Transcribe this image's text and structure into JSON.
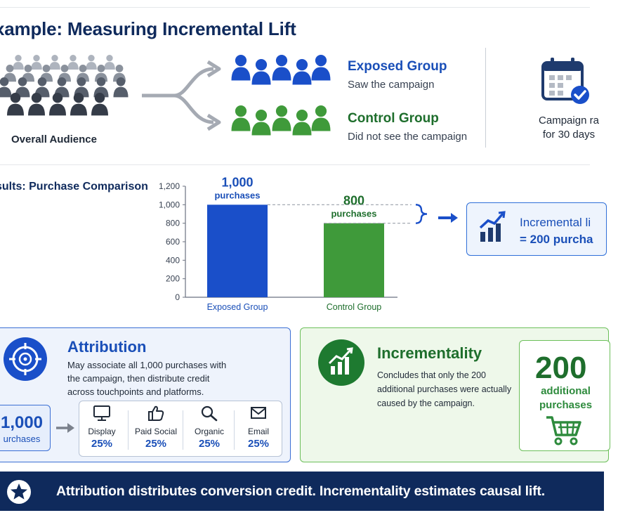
{
  "title": "xample: Measuring Incremental Lift",
  "audience": {
    "label": "Overall Audience"
  },
  "exposed": {
    "title": "Exposed Group",
    "subtitle": "Saw the campaign"
  },
  "control": {
    "title": "Control Group",
    "subtitle": "Did not see the campaign"
  },
  "campaign": {
    "line1": "Campaign ra",
    "line2": "for 30 days"
  },
  "results": {
    "title": "sults: Purchase Comparison"
  },
  "chart_data": {
    "type": "bar",
    "categories": [
      "Exposed Group",
      "Control Group"
    ],
    "values": [
      1000,
      800
    ],
    "colors": [
      "#1a4fc9",
      "#3f9a3a"
    ],
    "data_labels": [
      {
        "num": "1,000",
        "unit": "purchases"
      },
      {
        "num": "800",
        "unit": "purchases"
      }
    ],
    "yticks": [
      "0",
      "200",
      "400",
      "600",
      "800",
      "1,000",
      "1,200"
    ],
    "ylim": [
      0,
      1200
    ]
  },
  "lift": {
    "line1": "Incremental li",
    "line2": "= 200 purcha"
  },
  "attribution": {
    "title": "Attribution",
    "description": "May associate all 1,000 purchases with the campaign, then distribute credit across touchpoints and platforms.",
    "total_num": "1,000",
    "total_unit": "urchases",
    "touchpoints": [
      {
        "label": "Display",
        "value": "25%",
        "icon": "monitor-icon"
      },
      {
        "label": "Paid Social",
        "value": "25%",
        "icon": "thumbs-up-icon"
      },
      {
        "label": "Organic",
        "value": "25%",
        "icon": "search-icon"
      },
      {
        "label": "Email",
        "value": "25%",
        "icon": "envelope-icon"
      }
    ]
  },
  "incrementality": {
    "title": "Incrementality",
    "description": "Concludes that only the 200 additional purchases were actually caused by the campaign.",
    "num": "200",
    "unit_line1": "additional",
    "unit_line2": "purchases"
  },
  "banner": {
    "text": "Attribution distributes conversion credit. Incrementality estimates causal lift."
  },
  "colors": {
    "navy": "#0f2a5c",
    "blue": "#1a4fc9",
    "green": "#3f9a3a",
    "dark_green": "#1e6e2c"
  }
}
